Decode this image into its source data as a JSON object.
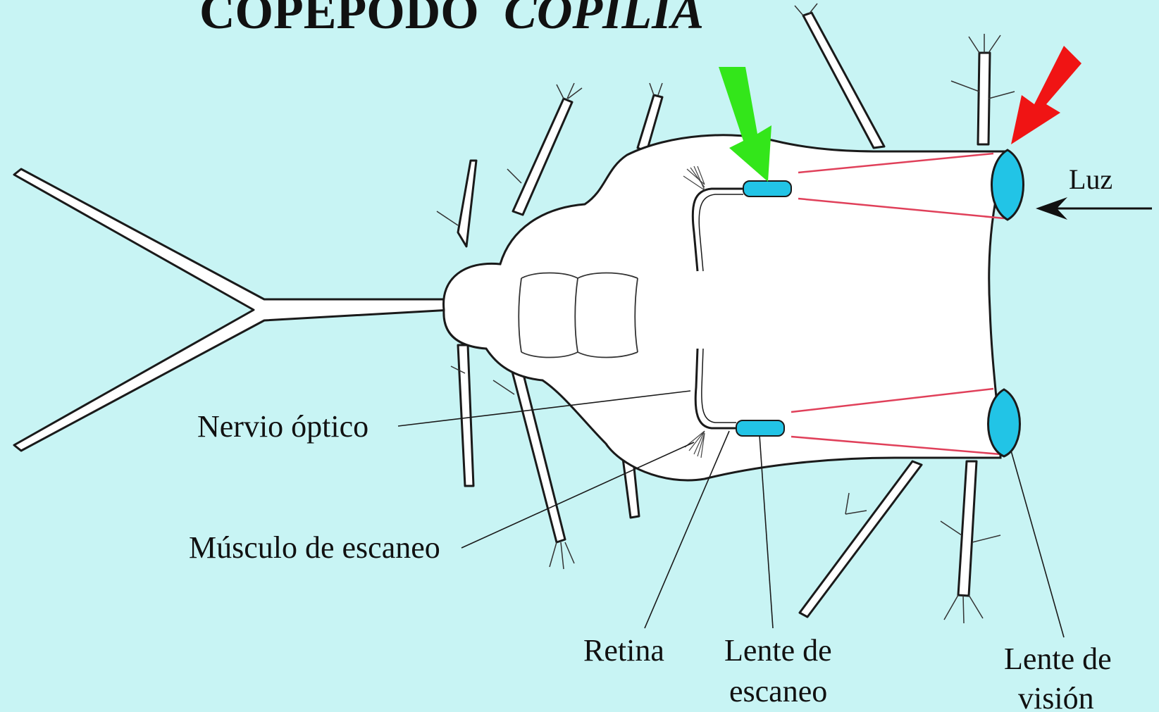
{
  "title": {
    "part1": "COPEPODO",
    "part2": "COPILIA"
  },
  "labels": {
    "light": "Luz",
    "optic_nerve": "Nervio óptico",
    "scanning_muscle": "Músculo de escaneo",
    "retina": "Retina",
    "scanning_lens_1": "Lente de",
    "scanning_lens_2": "escaneo",
    "vision_lens_1": "Lente de",
    "vision_lens_2": "visión"
  },
  "colors": {
    "background": "#c8f4f4",
    "body_fill": "#ffffff",
    "outline": "#1a1a1a",
    "lens": "#22c4e6",
    "light_ray": "#e0405a",
    "green_arrow": "#33e61a",
    "red_arrow": "#f01414"
  },
  "icons": {
    "green_arrow": "arrow-down-right-icon",
    "red_arrow": "arrow-down-left-icon",
    "light_arrow": "arrow-left-icon"
  }
}
